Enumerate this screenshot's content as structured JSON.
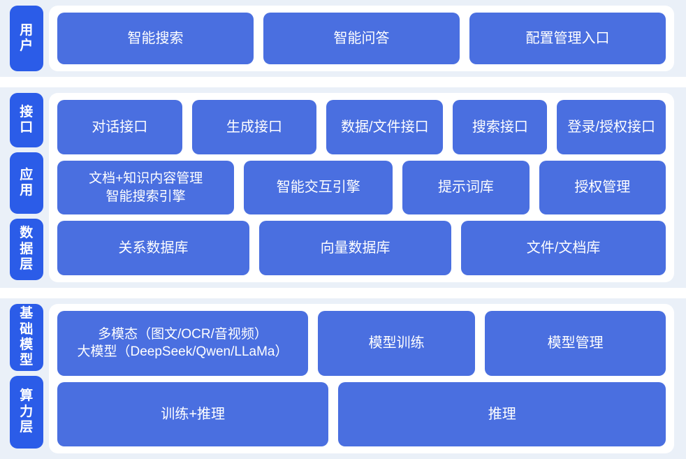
{
  "colors": {
    "page_background": "#eaf0f8",
    "panel_background": "#ffffff",
    "tab_blue": "#2b5ce8",
    "box_blue": "#4a6fe0",
    "box_text": "#ffffff"
  },
  "sections": [
    {
      "id": "user",
      "tabs": [
        {
          "label": "用户"
        }
      ],
      "rows": [
        {
          "boxes": [
            {
              "label": "智能搜索",
              "flex": 1
            },
            {
              "label": "智能问答",
              "flex": 1
            },
            {
              "label": "配置管理入口",
              "flex": 1
            }
          ]
        }
      ]
    },
    {
      "id": "interface-application-data",
      "tabs": [
        {
          "label": "接口"
        },
        {
          "label": "应用"
        },
        {
          "label": "数据层"
        }
      ],
      "rows": [
        {
          "boxes": [
            {
              "label": "对话接口",
              "flex": 1.38
            },
            {
              "label": "生成接口",
              "flex": 1.38
            },
            {
              "label": "数据/文件接口",
              "flex": 1.28
            },
            {
              "label": "搜索接口",
              "flex": 1.0
            },
            {
              "label": "登录/授权接口",
              "flex": 1.18
            }
          ]
        },
        {
          "boxes": [
            {
              "label": "文档+知识内容管理\n智能搜索引擎",
              "flex": 1.33,
              "multiline": true
            },
            {
              "label": "智能交互引擎",
              "flex": 1.1
            },
            {
              "label": "提示词库",
              "flex": 0.92
            },
            {
              "label": "授权管理",
              "flex": 0.92
            }
          ]
        },
        {
          "boxes": [
            {
              "label": "关系数据库",
              "flex": 1
            },
            {
              "label": "向量数据库",
              "flex": 1
            },
            {
              "label": "文件/文档库",
              "flex": 1.07
            }
          ]
        }
      ]
    },
    {
      "id": "foundation-model-compute",
      "tabs": [
        {
          "label": "基础模型"
        },
        {
          "label": "算力层"
        }
      ],
      "rows": [
        {
          "boxes": [
            {
              "label": "多模态（图文/OCR/音视频）\n大模型（DeepSeek/Qwen/LLaMa）",
              "flex": 1.42,
              "multiline": true
            },
            {
              "label": "模型训练",
              "flex": 0.86
            },
            {
              "label": "模型管理",
              "flex": 1.0
            }
          ]
        },
        {
          "boxes": [
            {
              "label": "训练+推理",
              "flex": 0.92
            },
            {
              "label": "推理",
              "flex": 1.12
            }
          ]
        }
      ]
    }
  ]
}
